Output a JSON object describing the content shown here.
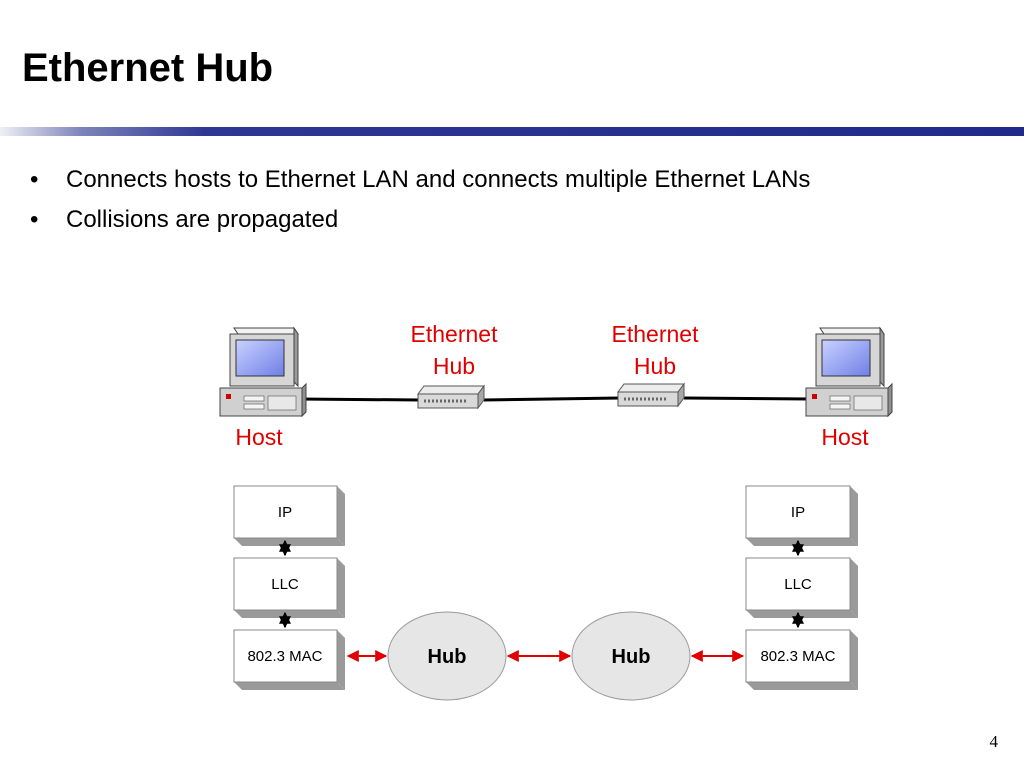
{
  "slide": {
    "title": "Ethernet Hub",
    "bullets": [
      "Connects hosts to Ethernet LAN and connects multiple Ethernet LANs",
      "Collisions are propagated"
    ],
    "page_number": "4"
  },
  "diagram": {
    "hub_labels": [
      {
        "line1": "Ethernet",
        "line2": "Hub"
      },
      {
        "line1": "Ethernet",
        "line2": "Hub"
      }
    ],
    "host_labels": [
      "Host",
      "Host"
    ],
    "stack_left": [
      "IP",
      "LLC",
      "802.3 MAC"
    ],
    "stack_right": [
      "IP",
      "LLC",
      "802.3 MAC"
    ],
    "hub_nodes": [
      "Hub",
      "Hub"
    ],
    "colors": {
      "label_red": "#e00000",
      "arrow_red": "#e00000",
      "hub_fill": "#e6e6e6"
    }
  }
}
